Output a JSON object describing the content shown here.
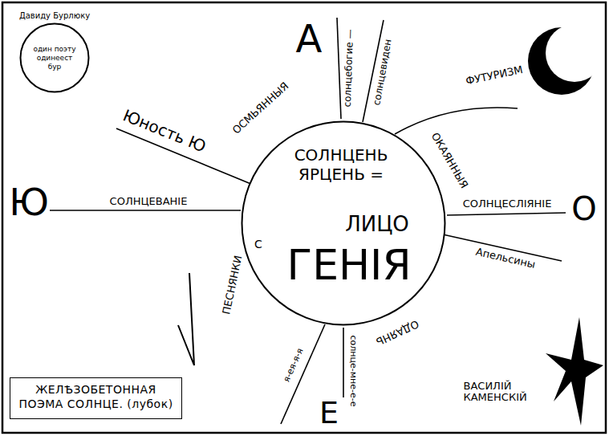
{
  "diagram": {
    "nodes": [
      {
        "text": [
          "один поэту одинеест бур"
        ]
      },
      {
        "text": [
          "ФУТУРИЗМ"
        ]
      },
      {
        "text": [
          "СОЛНЦЕНЬ ЯРЦЕНЬ =",
          "ЛИЦО",
          "ГЕНІЯ"
        ]
      },
      {
        "text": [
          "ЖЕЛѢЗОБЕТОННАЯ ПОЭМА СОЛНЦЕ. (лубок)"
        ]
      }
    ],
    "labels": [
      "Давиду Бурлюку",
      "А",
      "солнцебогие —",
      "солнцевиден",
      "Юность Ю",
      "Ю",
      "СОЛНЦЕВАНІЕ",
      "ОСМЬЯННЫЯ",
      "ОКАЯННЫЯ",
      "О",
      "СОЛНЦЕСЛІЯНІЕ",
      "Апельсины",
      "ОДАЯНЬ",
      "ПЕСНЯНКИ",
      "С",
      "солнце-мне-е-е",
      "я-ея-я-я",
      "Е",
      "ВАСИЛІЙ КАМЕНСКІЙ"
    ]
  }
}
